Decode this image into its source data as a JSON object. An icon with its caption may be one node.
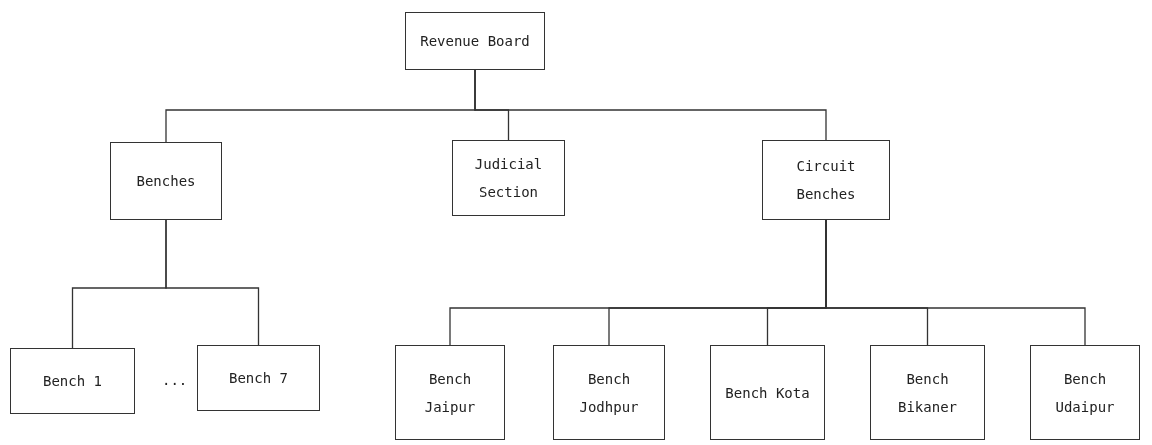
{
  "diagram": {
    "nodes": [
      {
        "text": [
          "Revenue Board"
        ]
      },
      {
        "text": [
          "Benches"
        ]
      },
      {
        "text": [
          "Judicial Section"
        ]
      },
      {
        "text": [
          "Circuit Benches"
        ]
      },
      {
        "text": [
          "Bench 1"
        ]
      },
      {
        "text": [
          "Bench 7"
        ]
      },
      {
        "text": [
          "Bench Jaipur"
        ]
      },
      {
        "text": [
          "Bench Jodhpur"
        ]
      },
      {
        "text": [
          "Bench Kota"
        ]
      },
      {
        "text": [
          "Bench Bikaner"
        ]
      },
      {
        "text": [
          "Bench Udaipur"
        ]
      }
    ],
    "edges": [
      {
        "from": 0,
        "to": 1,
        "arrow": "none"
      },
      {
        "from": 0,
        "to": 2,
        "arrow": "none"
      },
      {
        "from": 0,
        "to": 3,
        "arrow": "none"
      },
      {
        "from": 1,
        "to": 4,
        "arrow": "none"
      },
      {
        "from": 1,
        "to": 5,
        "arrow": "none"
      },
      {
        "from": 3,
        "to": 6,
        "arrow": "none"
      },
      {
        "from": 3,
        "to": 7,
        "arrow": "none"
      },
      {
        "from": 3,
        "to": 8,
        "arrow": "none"
      },
      {
        "from": 3,
        "to": 9,
        "arrow": "none"
      },
      {
        "from": 3,
        "to": 10,
        "arrow": "none"
      }
    ],
    "labels": [
      "..."
    ]
  }
}
